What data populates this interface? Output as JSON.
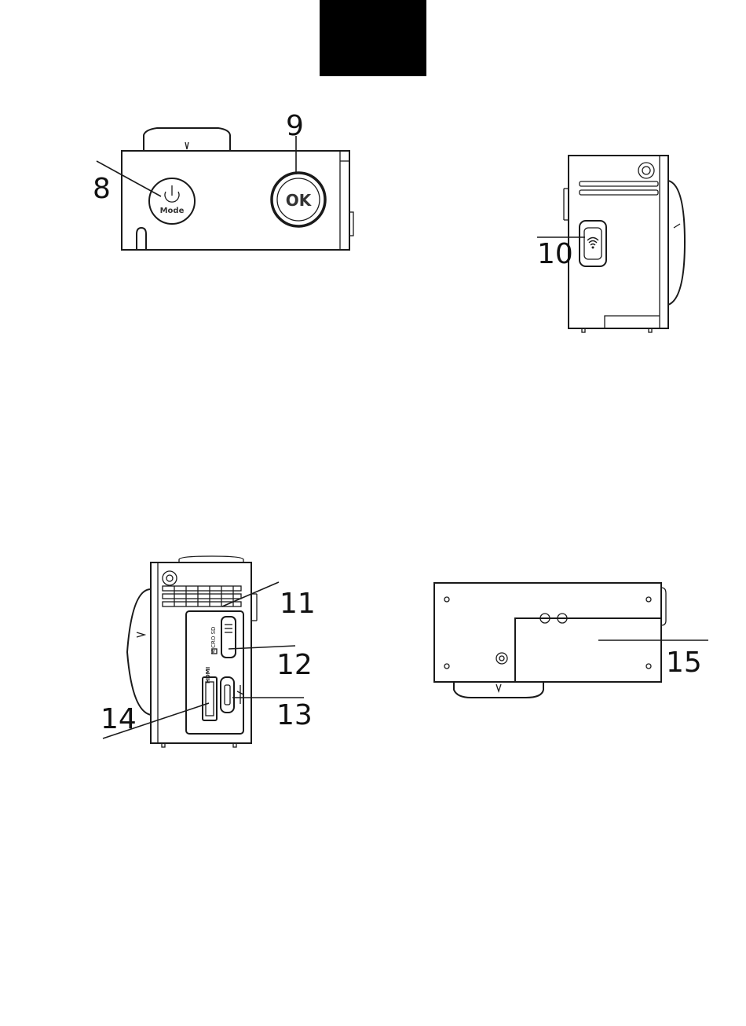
{
  "callouts": {
    "c8": "8",
    "c9": "9",
    "c10": "10",
    "c11": "11",
    "c12": "12",
    "c13": "13",
    "c14": "14",
    "c15": "15"
  },
  "buttons": {
    "mode_label": "Mode",
    "ok_label": "OK"
  },
  "ports": {
    "hdmi_label": "HDMI",
    "microsd_label": "MICRO SD"
  },
  "icons": {
    "power": "power-icon",
    "wifi": "wifi-icon",
    "usb": "usb-icon",
    "screw": "screw-icon"
  }
}
